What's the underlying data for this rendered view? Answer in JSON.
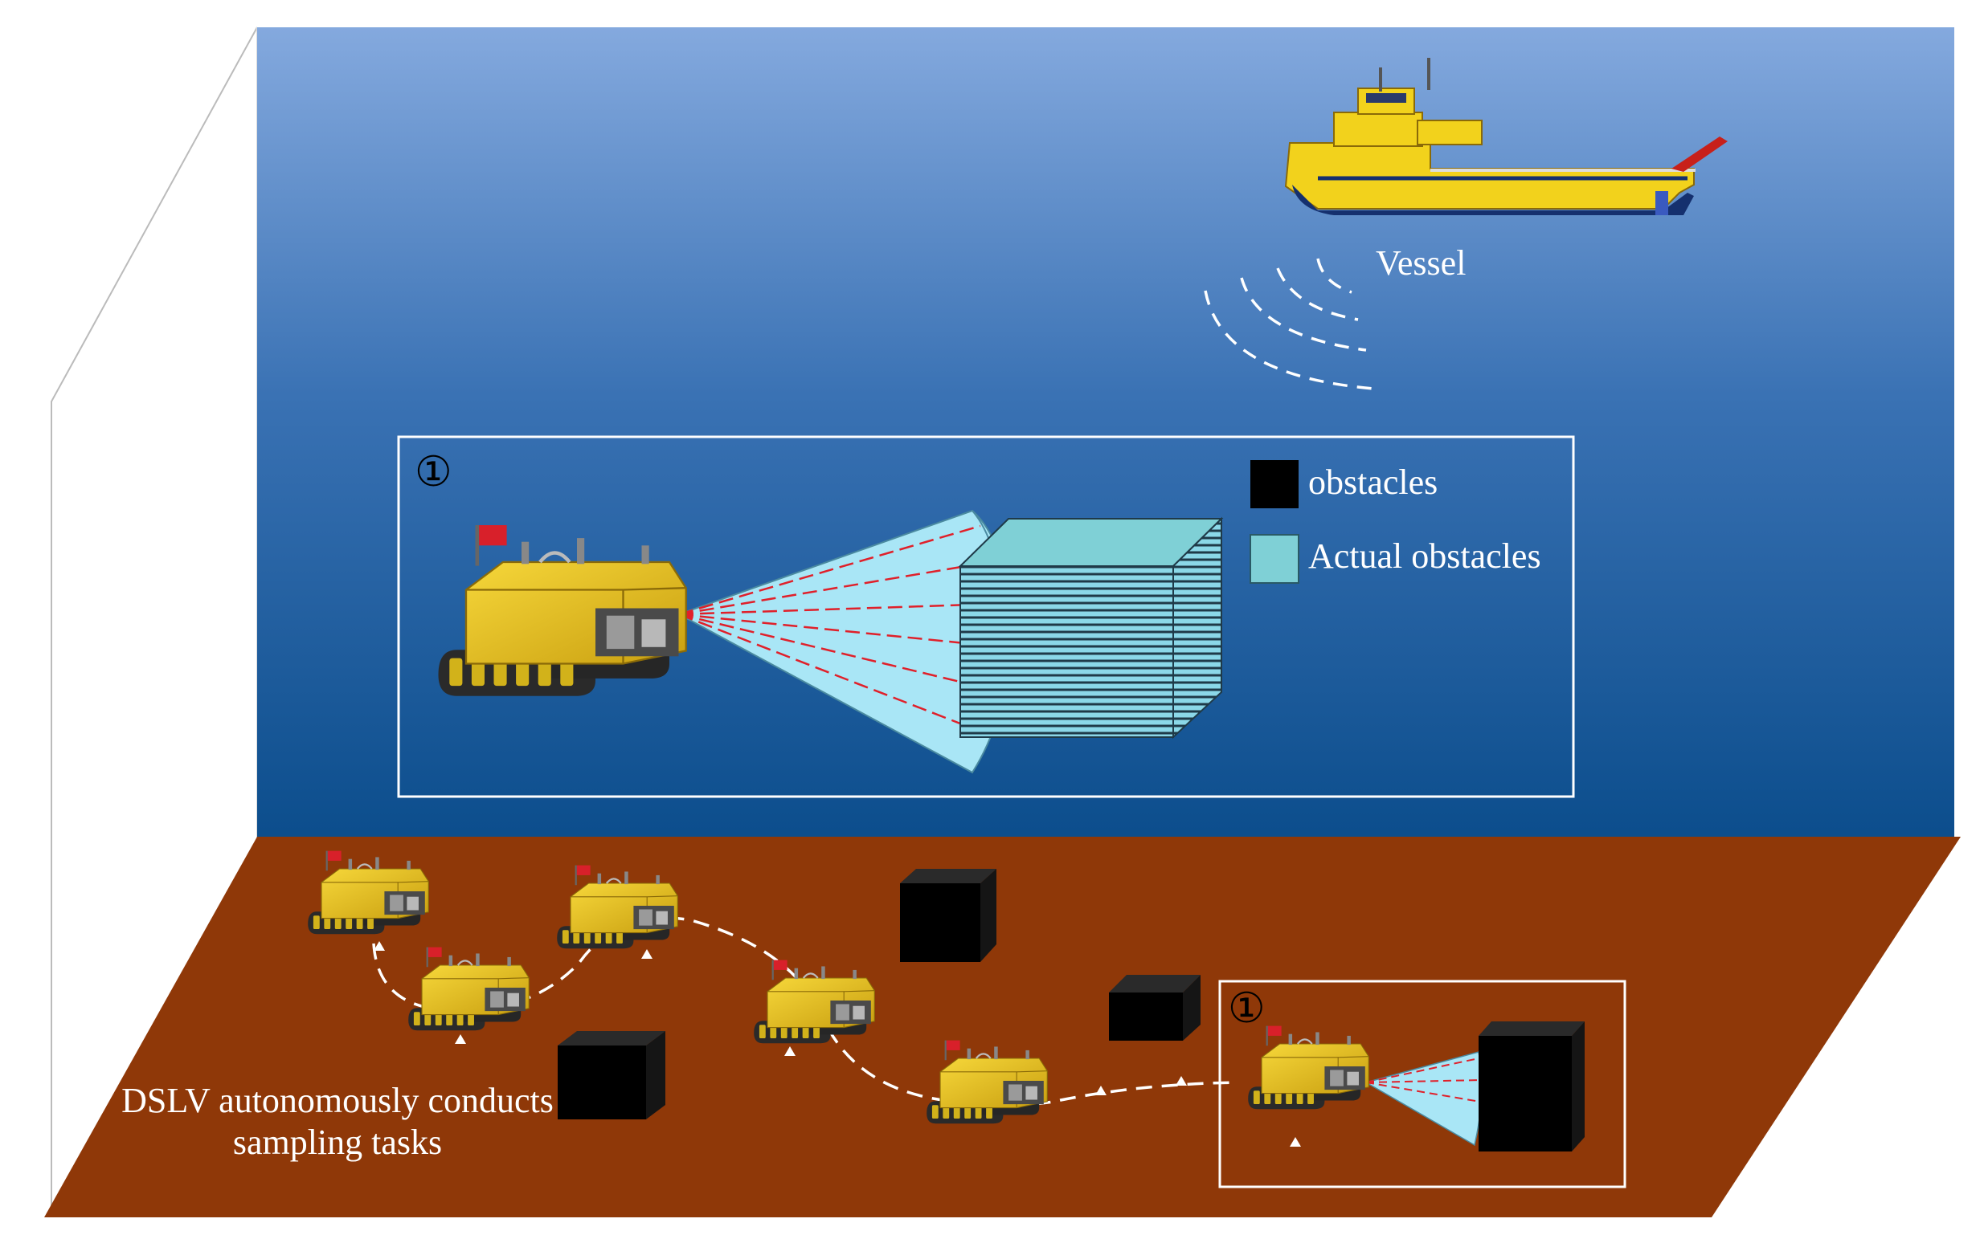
{
  "labels": {
    "vessel": "Vessel",
    "legend_obstacles": "obstacles",
    "legend_actual_obstacles": "Actual obstacles",
    "task_caption": "DSLV autonomously conducts sampling tasks",
    "inset_marker": "①",
    "seabed_marker": "①"
  },
  "colors": {
    "water_top": "#84a9de",
    "water_bottom": "#0b4d8c",
    "seabed": "#8f3808",
    "obstacle": "#000000",
    "actual_obstacle": "#7fd0d6",
    "sonar_beam": "#a9e6f6",
    "laser_line": "#e0202a",
    "robot_body": "#e8c21a",
    "track": "#2a2a2a",
    "ship_hull_top": "#f2d21c",
    "ship_hull_bottom": "#15306e",
    "path": "#ffffff"
  }
}
